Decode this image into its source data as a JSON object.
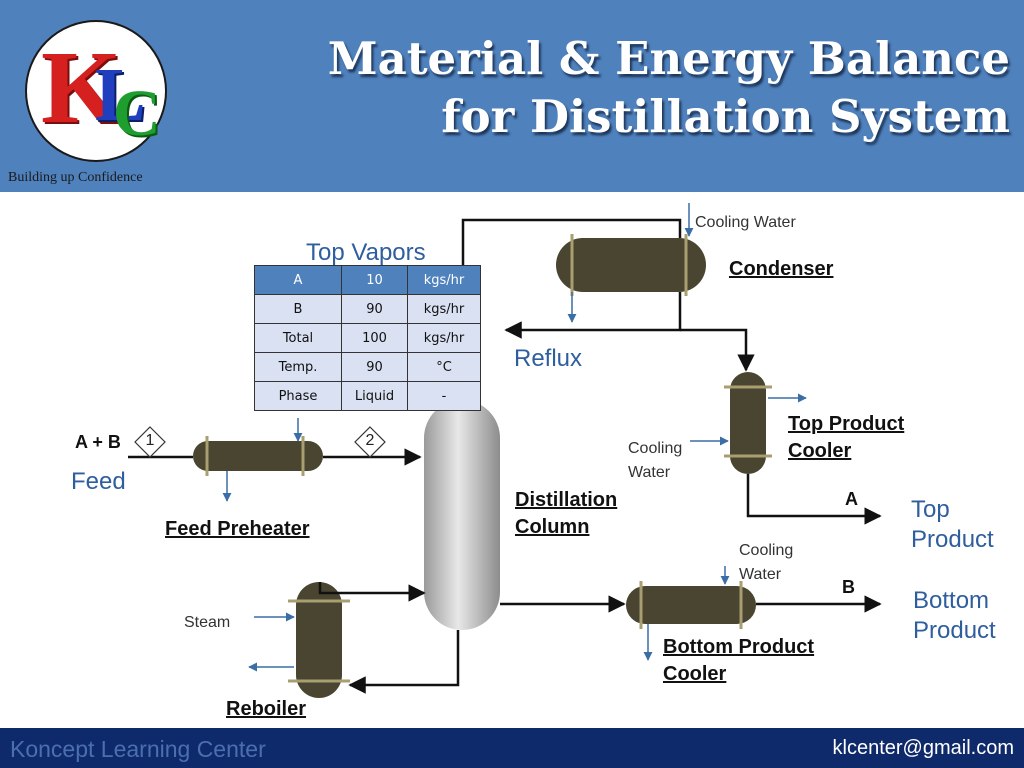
{
  "header": {
    "title_line1": "Material & Energy Balance",
    "title_line2": "for Distillation System",
    "tagline": "Building up Confidence",
    "logo": {
      "k": "K",
      "l": "L",
      "c": "C"
    }
  },
  "footer": {
    "left": "Koncept Learning Center",
    "right": "klcenter@gmail.com"
  },
  "labels": {
    "top_vapors": "Top Vapors",
    "cooling_water_condenser": "Cooling Water",
    "condenser": "Condenser",
    "reflux": "Reflux",
    "top_product_cooler_1": "Top Product",
    "top_product_cooler_2": "Cooler",
    "cooling_water_top_1": "Cooling",
    "cooling_water_top_2": "Water",
    "feed_stream": "A + B",
    "feed": "Feed",
    "feed_preheater": "Feed Preheater",
    "distillation_column_1": "Distillation",
    "distillation_column_2": "Column",
    "stream_a": "A",
    "top_product_1": "Top",
    "top_product_2": "Product",
    "cooling_water_bottom_1": "Cooling",
    "cooling_water_bottom_2": "Water",
    "stream_b": "B",
    "bottom_product_1": "Bottom",
    "bottom_product_2": "Product",
    "steam": "Steam",
    "bottom_product_cooler_1": "Bottom Product",
    "bottom_product_cooler_2": "Cooler",
    "reboiler": "Reboiler",
    "stream_1": "1",
    "stream_2": "2"
  },
  "table": {
    "rows": [
      {
        "name": "A",
        "value": "10",
        "unit": "kgs/hr"
      },
      {
        "name": "B",
        "value": "90",
        "unit": "kgs/hr"
      },
      {
        "name": "Total",
        "value": "100",
        "unit": "kgs/hr"
      },
      {
        "name": "Temp.",
        "value": "90",
        "unit": "°C"
      },
      {
        "name": "Phase",
        "value": "Liquid",
        "unit": "-"
      }
    ]
  },
  "colors": {
    "header": "#4f81bd",
    "footer": "#0f2a6b",
    "equipment": "#4a4530",
    "column": "#d0d0d0",
    "label_blue": "#2e5e9e"
  }
}
